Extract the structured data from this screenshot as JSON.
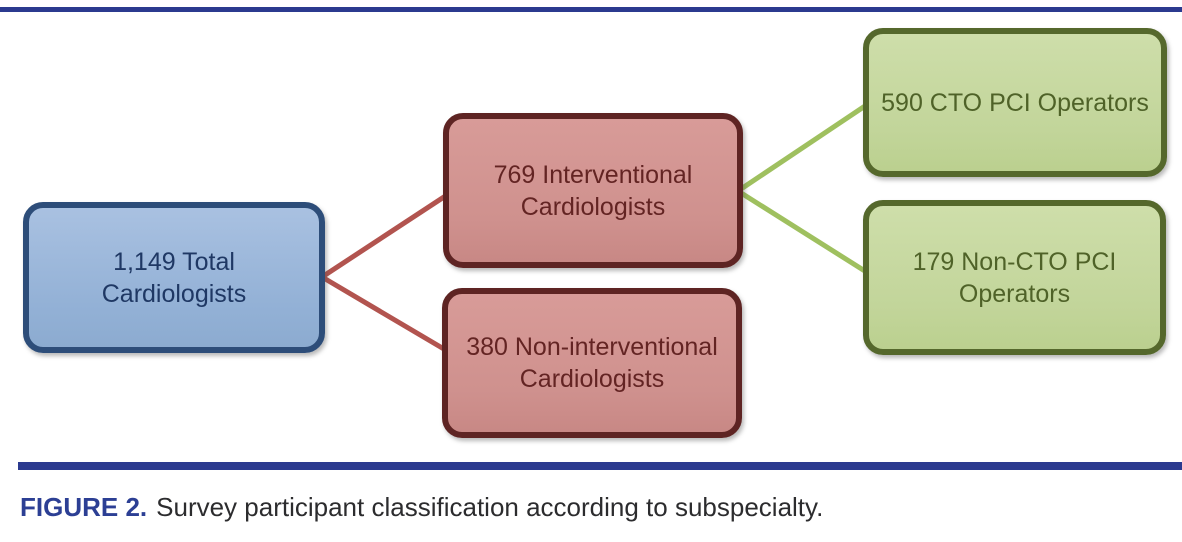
{
  "figure": {
    "caption": {
      "label": "FIGURE 2.",
      "text": "Survey participant classification according to subspecialty."
    }
  },
  "nodes": [
    {
      "id": "total",
      "label": "1,149 Total Cardiologists",
      "value": 1149,
      "color_role": "blue"
    },
    {
      "id": "interventional",
      "label": "769 Interventional Cardiologists",
      "value": 769,
      "color_role": "red"
    },
    {
      "id": "non_interventional",
      "label": "380 Non-interventional Cardiologists",
      "value": 380,
      "color_role": "red"
    },
    {
      "id": "cto_pci",
      "label": "590 CTO PCI Operators",
      "value": 590,
      "color_role": "green"
    },
    {
      "id": "non_cto_pci",
      "label": "179 Non-CTO PCI Operators",
      "value": 179,
      "color_role": "green"
    }
  ],
  "edges": [
    {
      "from": "total",
      "to": "interventional",
      "color_role": "red"
    },
    {
      "from": "total",
      "to": "non_interventional",
      "color_role": "red"
    },
    {
      "from": "interventional",
      "to": "cto_pci",
      "color_role": "green"
    },
    {
      "from": "interventional",
      "to": "non_cto_pci",
      "color_role": "green"
    }
  ],
  "colors": {
    "blue_fill": "#95b3d7",
    "blue_border": "#2d4d79",
    "blue_text": "#1f3864",
    "red_fill": "#d29693",
    "red_border": "#5e2423",
    "red_text": "#632423",
    "green_fill": "#c3d69b",
    "green_border": "#55682c",
    "green_text": "#4f6228",
    "connector_red": "#b2544f",
    "connector_green": "#9fc05f",
    "rule_navy": "#2b3a8f",
    "caption_label_color": "#2c3f94",
    "caption_text_color": "#2c2c2e"
  }
}
